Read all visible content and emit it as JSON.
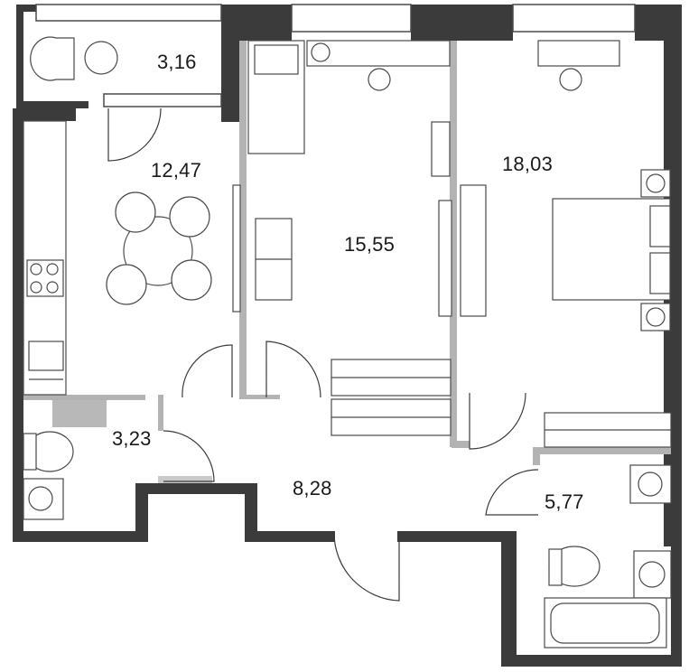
{
  "rooms": [
    {
      "key": "balcony",
      "area": "3,16"
    },
    {
      "key": "kitchen",
      "area": "12,47"
    },
    {
      "key": "living",
      "area": "15,55"
    },
    {
      "key": "bedroom",
      "area": "18,03"
    },
    {
      "key": "wc",
      "area": "3,23"
    },
    {
      "key": "hall",
      "area": "8,28"
    },
    {
      "key": "bathroom",
      "area": "5,77"
    }
  ],
  "colors": {
    "wall": "#3b3b3b",
    "partition": "#b3b3b3",
    "line": "#4a4a4a",
    "shaft": "#b8b8b8"
  }
}
